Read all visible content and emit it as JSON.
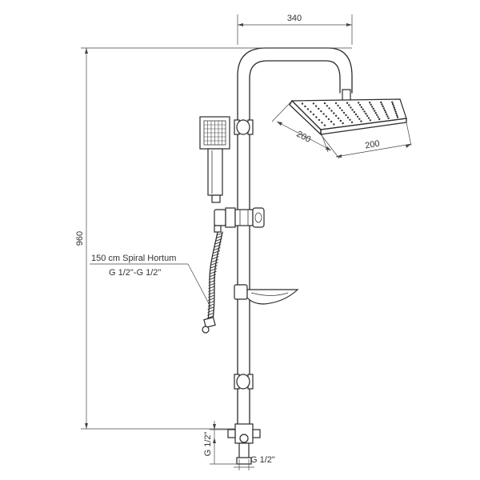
{
  "dimensions": {
    "overall_width": "340",
    "overall_height": "960",
    "head_depth": "200",
    "head_width": "200",
    "inlet_vertical": "G 1/2\"",
    "inlet_horizontal": "G 1/2\""
  },
  "annotations": {
    "hose_name": "150 cm Spiral Hortum",
    "hose_thread": "G 1/2\"-G 1/2\""
  }
}
